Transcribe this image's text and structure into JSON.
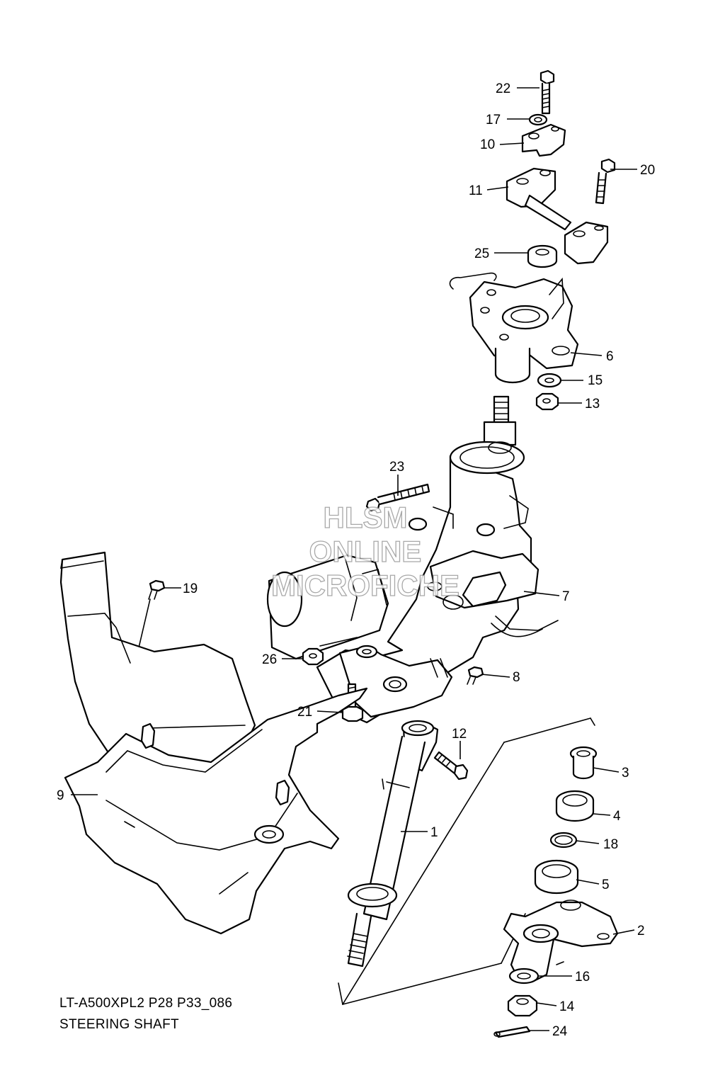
{
  "diagram": {
    "code": "LT-A500XPL2 P28 P33_086",
    "title": "STEERING SHAFT"
  },
  "watermark": {
    "line1": "HLSM",
    "line2": "ONLINE",
    "line3": "MICROFICHE"
  },
  "callouts": {
    "c1": "1",
    "c2": "2",
    "c3": "3",
    "c4": "4",
    "c5": "5",
    "c6": "6",
    "c7": "7",
    "c8": "8",
    "c9": "9",
    "c10": "10",
    "c11": "11",
    "c12": "12",
    "c13": "13",
    "c14": "14",
    "c15": "15",
    "c16": "16",
    "c17": "17",
    "c18": "18",
    "c19": "19",
    "c20": "20",
    "c21": "21",
    "c22": "22",
    "c23": "23",
    "c24": "24",
    "c25": "25",
    "c26": "26"
  }
}
